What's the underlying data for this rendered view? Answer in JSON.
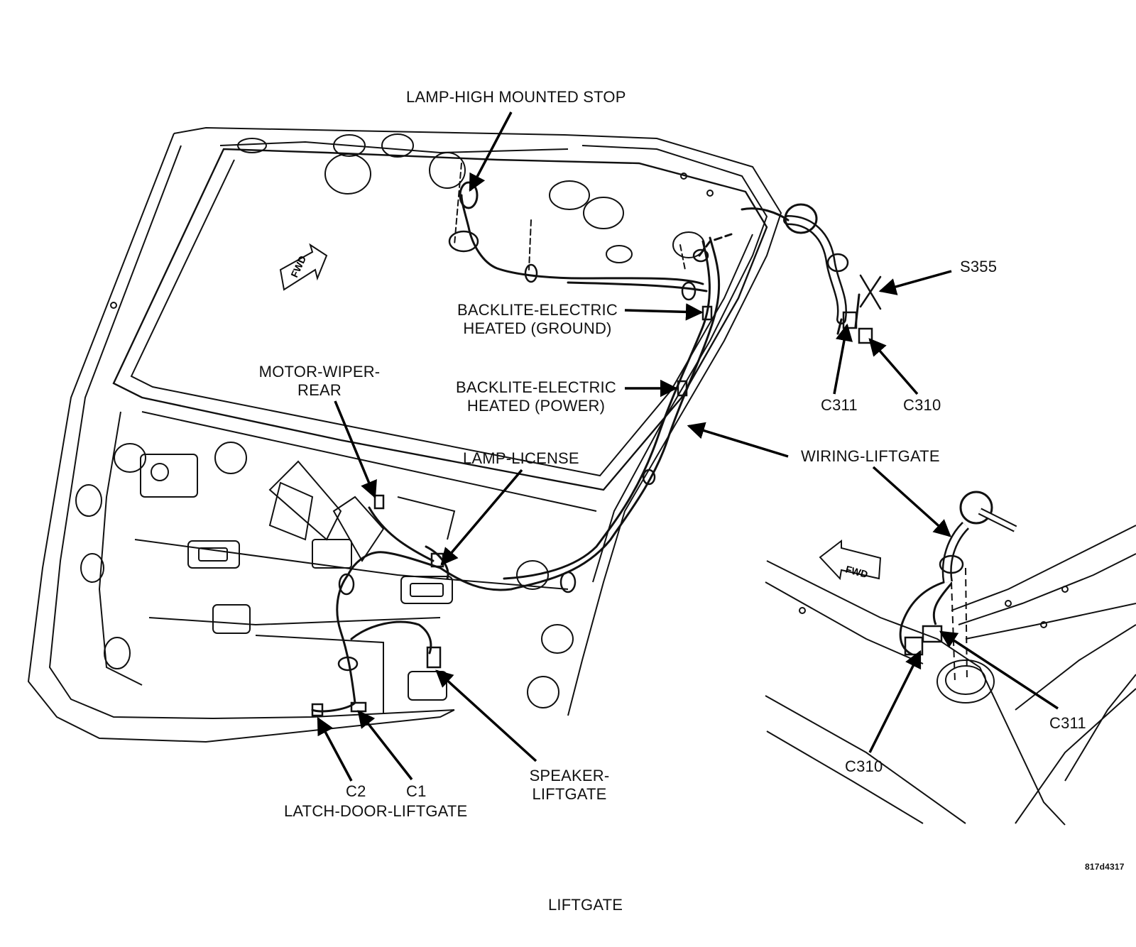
{
  "callouts": {
    "lamp_high_mounted_stop": "LAMP-HIGH MOUNTED STOP",
    "backlite_ground_line1": "BACKLITE-ELECTRIC",
    "backlite_ground_line2": "HEATED (GROUND)",
    "backlite_power_line1": "BACKLITE-ELECTRIC",
    "backlite_power_line2": "HEATED (POWER)",
    "motor_wiper_line1": "MOTOR-WIPER-",
    "motor_wiper_line2": "REAR",
    "lamp_license": "LAMP-LICENSE",
    "wiring_liftgate": "WIRING-LIFTGATE",
    "s355": "S355",
    "c311_top": "C311",
    "c310_top": "C310",
    "c311_inset": "C311",
    "c310_inset": "C310",
    "speaker_line1": "SPEAKER-",
    "speaker_line2": "LIFTGATE",
    "c2": "C2",
    "c1": "C1",
    "latch_door_liftgate": "LATCH-DOOR-LIFTGATE"
  },
  "fwd_arrows": {
    "main": "FWD",
    "inset": "FWD"
  },
  "figure_id": "817d4317",
  "caption": "LIFTGATE"
}
